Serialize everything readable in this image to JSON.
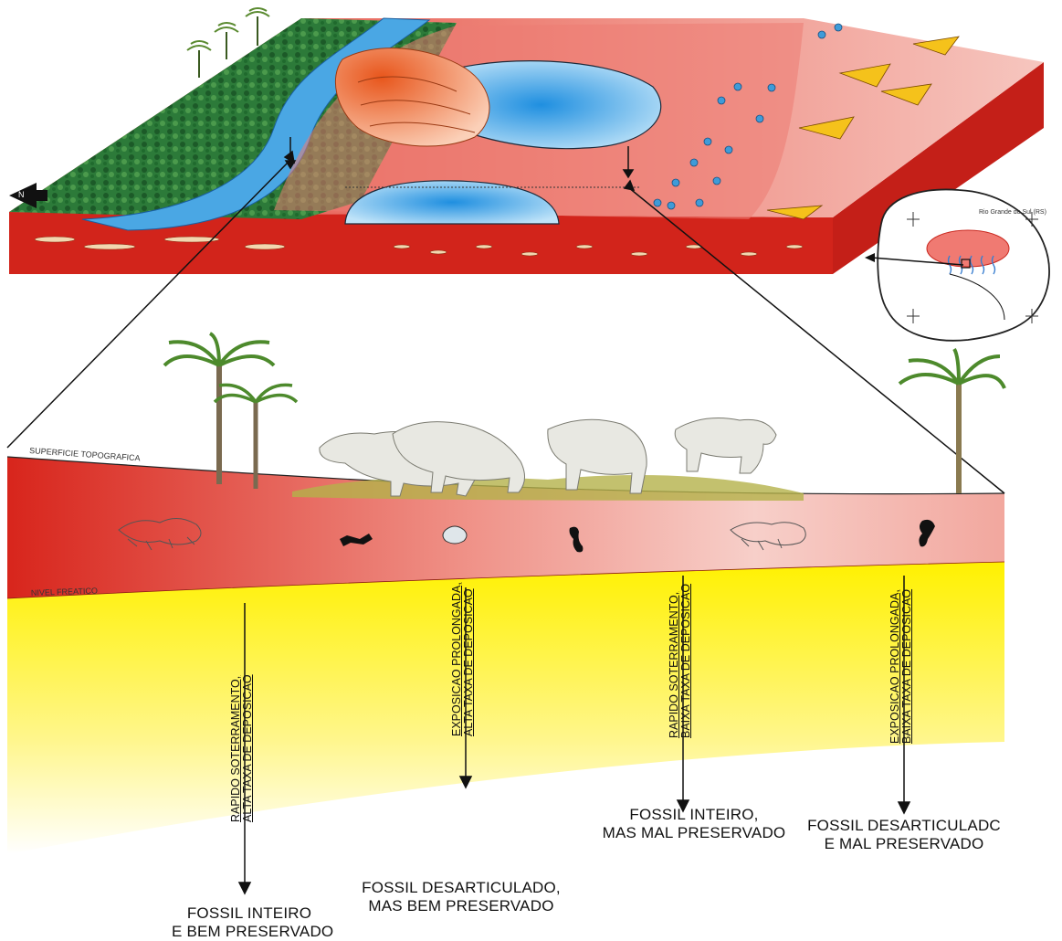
{
  "labels": {
    "surface": "SUPERFICIE TOPOGRAFICA",
    "water_table": "NIVEL FREATICO",
    "inset_region": "Rio Grande do Sul (RS)"
  },
  "processes": [
    {
      "line1": "RAPIDO SOTERRAMENTO,",
      "line2": "ALTA TAXA DE DEPOSICAO"
    },
    {
      "line1": "EXPOSICAO PROLONGADA,",
      "line2": "ALTA TAXA DE DEPOSICAO"
    },
    {
      "line1": "RAPIDO SOTERRAMENTO,",
      "line2": "BAIXA TAXA DE DEPOSICAO"
    },
    {
      "line1": "EXPOSICAO PROLONGADA,",
      "line2": "BAIXA TAXA DE DEPOSICAO"
    }
  ],
  "outcomes": [
    {
      "line1": "FOSSIL INTEIRO",
      "line2": "E BEM PRESERVADO"
    },
    {
      "line1": "FOSSIL DESARTICULADO,",
      "line2": "MAS BEM PRESERVADO"
    },
    {
      "line1": "FOSSIL INTEIRO,",
      "line2": "MAS MAL PRESERVADO"
    },
    {
      "line1": "FOSSIL DESARTICULADC",
      "line2": "E MAL PRESERVADO"
    }
  ],
  "colors": {
    "soil_red": "#d52b1e",
    "soil_pink": "#f0a49c",
    "forest_green": "#2f7a3a",
    "water_blue": "#5fb4e8",
    "sand_yellow": "#fff200",
    "dune_orange": "#f07a3a"
  }
}
